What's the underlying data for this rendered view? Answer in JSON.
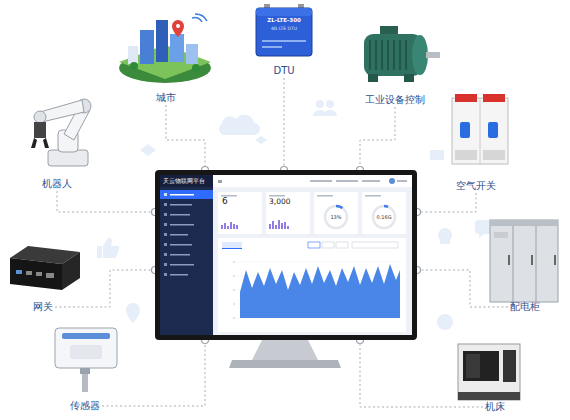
{
  "diagram": {
    "nodes": [
      {
        "text": [
          "城市"
        ]
      },
      {
        "text": [
          "DTU"
        ]
      },
      {
        "text": [
          "工业设备控制"
        ]
      },
      {
        "text": [
          "机器人"
        ]
      },
      {
        "text": [
          "空气开关"
        ]
      },
      {
        "text": [
          "天云物联网平台"
        ]
      },
      {
        "text": [
          "网关"
        ]
      },
      {
        "text": [
          "配电柜"
        ]
      },
      {
        "text": [
          "传感器"
        ]
      },
      {
        "text": [
          "机床"
        ]
      }
    ],
    "edges": [
      {
        "from": 0,
        "to": 5,
        "arrow": "none"
      },
      {
        "from": 1,
        "to": 5,
        "arrow": "none"
      },
      {
        "from": 2,
        "to": 5,
        "arrow": "none"
      },
      {
        "from": 3,
        "to": 5,
        "arrow": "none"
      },
      {
        "from": 4,
        "to": 5,
        "arrow": "none"
      },
      {
        "from": 6,
        "to": 5,
        "arrow": "none"
      },
      {
        "from": 7,
        "to": 5,
        "arrow": "none"
      },
      {
        "from": 8,
        "to": 5,
        "arrow": "none"
      },
      {
        "from": 9,
        "to": 5,
        "arrow": "none"
      }
    ],
    "labels": [
      "ZL-LTE-300",
      "4G LTE DTU",
      "6",
      "3,000",
      "13%",
      "0.16G"
    ]
  }
}
